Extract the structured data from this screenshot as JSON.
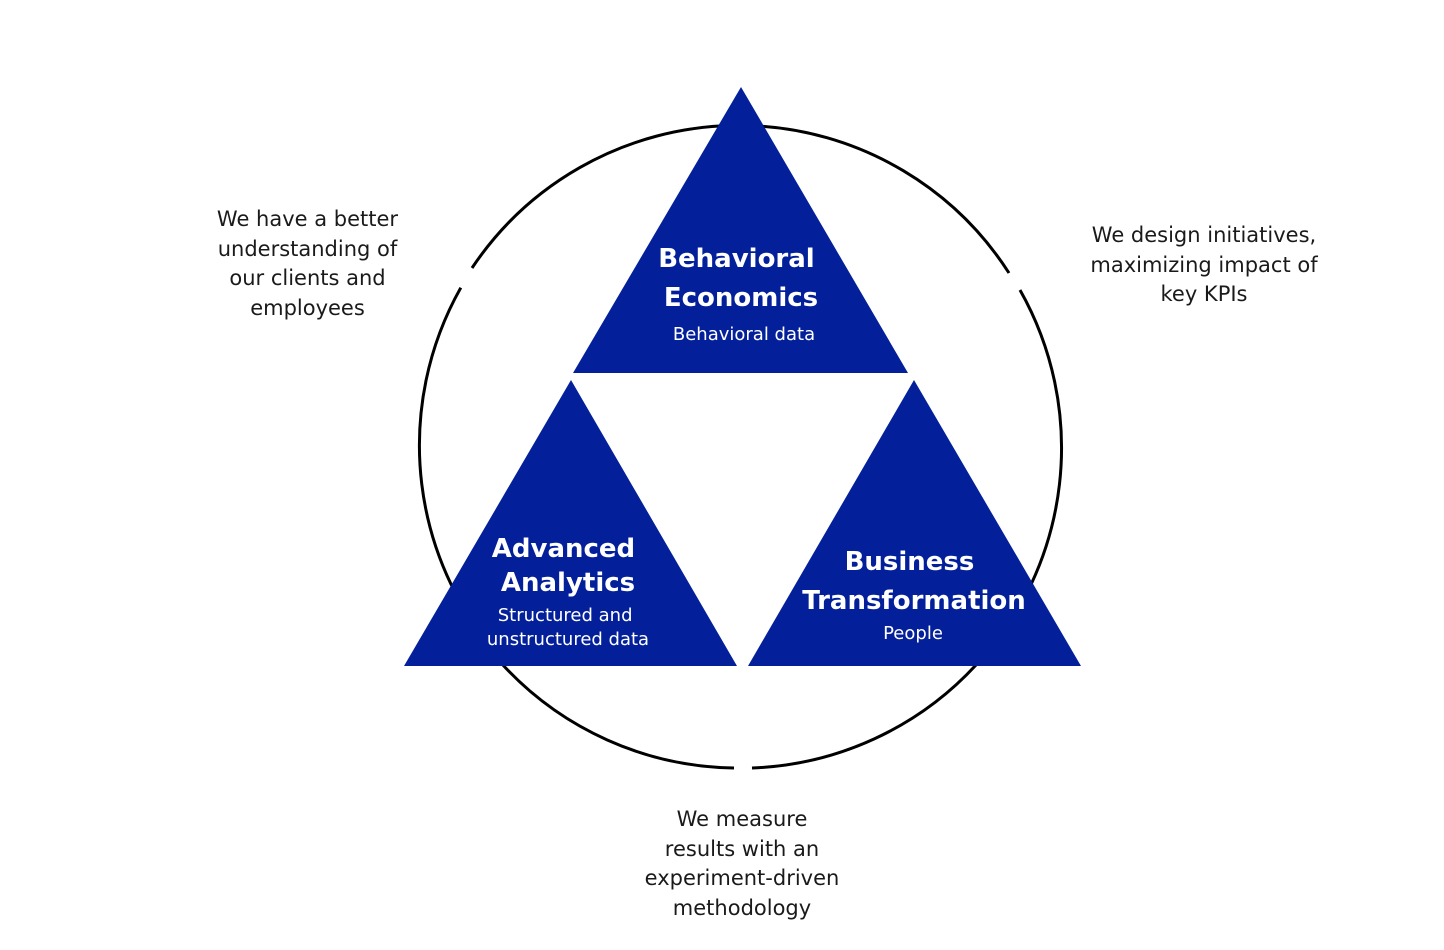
{
  "colors": {
    "triangle": "#03209A",
    "circle": "#000000",
    "text": "#1a1a1a"
  },
  "triangles": {
    "top": {
      "title": [
        "Behavioral",
        "Economics"
      ],
      "subtitle": [
        "Behavioral data"
      ]
    },
    "left": {
      "title": [
        "Advanced",
        "Analytics"
      ],
      "subtitle": [
        "Structured and",
        "unstructured data"
      ]
    },
    "right": {
      "title": [
        "Business",
        "Transformation"
      ],
      "subtitle": [
        "People"
      ]
    }
  },
  "captions": {
    "left": [
      "We have a better",
      "understanding of",
      "our clients and",
      "employees"
    ],
    "right": [
      "We design initiatives,",
      "maximizing impact of",
      "key KPIs"
    ],
    "bottom": [
      "We measure",
      "results with an",
      "experiment-driven",
      "methodology"
    ]
  }
}
